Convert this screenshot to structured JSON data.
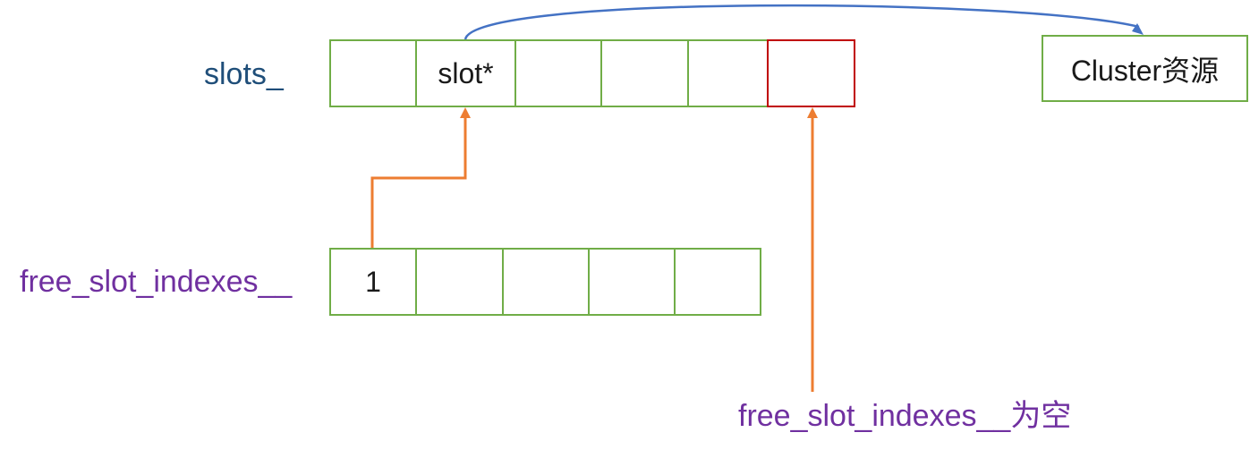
{
  "slots_label": "slots_",
  "free_slot_indexes_label": "free_slot_indexes__",
  "empty_label": "free_slot_indexes__为空",
  "cluster_label": "Cluster资源",
  "slots": [
    {
      "text": ""
    },
    {
      "text": "slot*"
    },
    {
      "text": ""
    },
    {
      "text": ""
    },
    {
      "text": ""
    },
    {
      "text": "",
      "highlight": "red"
    }
  ],
  "free_slot_indexes": [
    {
      "text": "1"
    },
    {
      "text": ""
    },
    {
      "text": ""
    },
    {
      "text": ""
    },
    {
      "text": ""
    }
  ],
  "colors": {
    "slots_label": "#1f4e79",
    "purple_label": "#7030a0",
    "cell_border": "#70ad47",
    "empty_slot_border": "#c00000",
    "index_arrow": "#ed7d31",
    "cluster_arrow": "#4472c4"
  }
}
